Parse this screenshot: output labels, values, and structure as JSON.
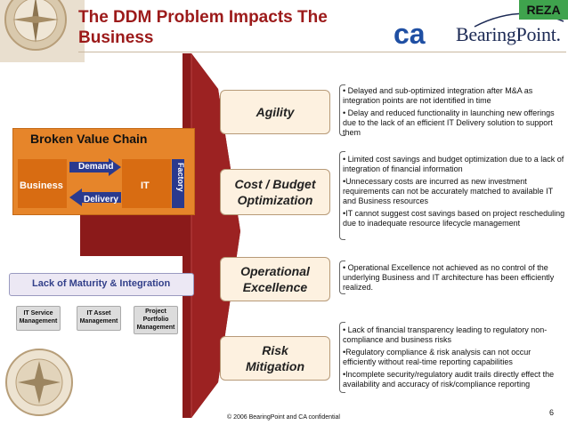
{
  "title_line1": "The DDM Problem Impacts The",
  "title_line2": "Business",
  "reza": "REZA",
  "logo_ca": "ca",
  "logo_bp": "BearingPoint.",
  "broken_value_chain": {
    "title": "Broken Value Chain",
    "business": "Business",
    "it": "IT",
    "factory": "Factory",
    "demand": "Demand",
    "delivery": "Delivery"
  },
  "lack_maturity": "Lack of Maturity & Integration",
  "mgmt": [
    {
      "line1": "IT Service",
      "line2": "Management",
      "line3": ""
    },
    {
      "line1": "IT Asset",
      "line2": "Management",
      "line3": ""
    },
    {
      "line1": "Project",
      "line2": "Portfolio",
      "line3": "Management"
    }
  ],
  "areas": [
    {
      "label1": "Agility",
      "label2": ""
    },
    {
      "label1": "Cost / Budget",
      "label2": "Optimization"
    },
    {
      "label1": "Operational",
      "label2": "Excellence"
    },
    {
      "label1": "Risk",
      "label2": "Mitigation"
    }
  ],
  "bullets": {
    "agility": [
      "• Delayed and sub-optimized integration after M&A as integration points are not identified in time",
      "• Delay and reduced functionality in launching new offerings due to the lack of an efficient IT Delivery solution to support them"
    ],
    "cost": [
      "• Limited cost savings and budget optimization due to a lack of integration of financial information",
      "•Unnecessary costs are incurred as new investment requirements can not be accurately matched to available IT and Business resources",
      "•IT cannot suggest cost savings based on project rescheduling due to inadequate resource lifecycle management"
    ],
    "operational": [
      "• Operational Excellence not achieved as no control of the underlying Business and IT architecture has been efficiently realized."
    ],
    "risk": [
      "• Lack of financial transparency leading to regulatory non-compliance and business risks",
      "•Regulatory compliance & risk analysis can not occur efficiently without real-time reporting capabilities",
      "•Incomplete security/regulatory audit trails directly effect the availability and accuracy of risk/compliance reporting"
    ]
  },
  "footer": "© 2006 BearingPoint and CA confidential",
  "page_number": "6",
  "colors": {
    "title": "#9c1a1a",
    "arrow": "#8b1a1a",
    "orange": "#e6852a",
    "navy": "#2a3a8e",
    "reza": "#3fa34d"
  }
}
